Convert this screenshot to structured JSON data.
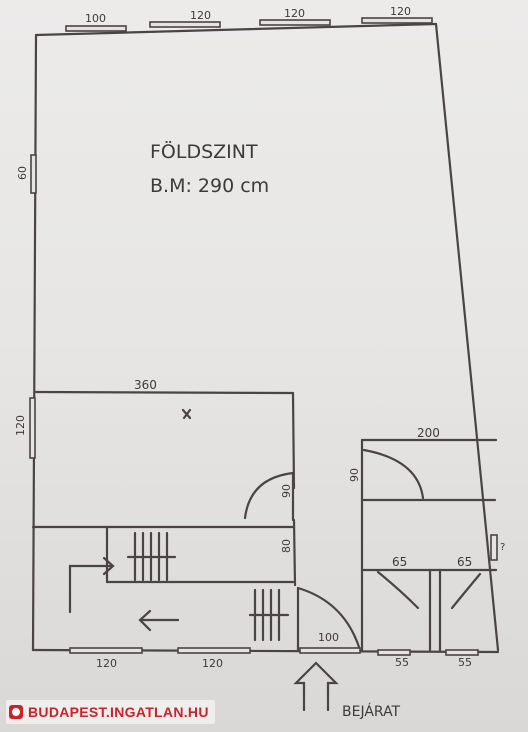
{
  "plan": {
    "title": "FÖLDSZINT",
    "ceiling_height": "B.M: 290 cm",
    "entrance_label": "BEJÁRAT",
    "window_top": [
      "100",
      "120",
      "120",
      "120"
    ],
    "window_left_upper": "60",
    "window_left_lower": "120",
    "window_bottom": [
      "120",
      "120",
      "100",
      "55",
      "55"
    ],
    "room_width_360": "360",
    "room_width_200": "200",
    "door_90_a": "90",
    "door_90_b": "90",
    "stair_80": "80",
    "door_65_a": "65",
    "door_65_b": "65",
    "right_window": "?"
  },
  "watermark": {
    "text": "BUDAPEST.INGATLAN.HU",
    "color": "#c9232b"
  },
  "colors": {
    "ink": "#3f3a3a",
    "paper": "#e9e8e6"
  }
}
